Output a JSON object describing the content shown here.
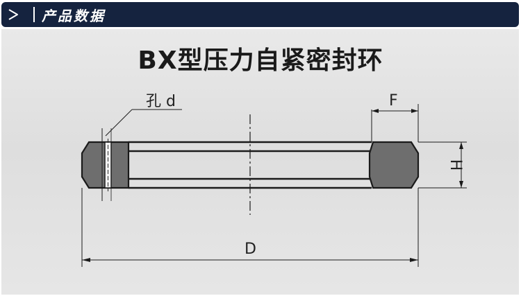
{
  "header": {
    "title": "产品数据",
    "arrow_icon": "play-arrow-icon",
    "background_color": "#15233f",
    "text_color": "#ffffff"
  },
  "diagram": {
    "title": "BX型压力自紧密封环",
    "labels": {
      "hole": "孔 d",
      "width": "F",
      "height": "H",
      "diameter": "D"
    },
    "ring_fill_color": "#6e6e6e",
    "line_color": "#1a1a1a"
  }
}
